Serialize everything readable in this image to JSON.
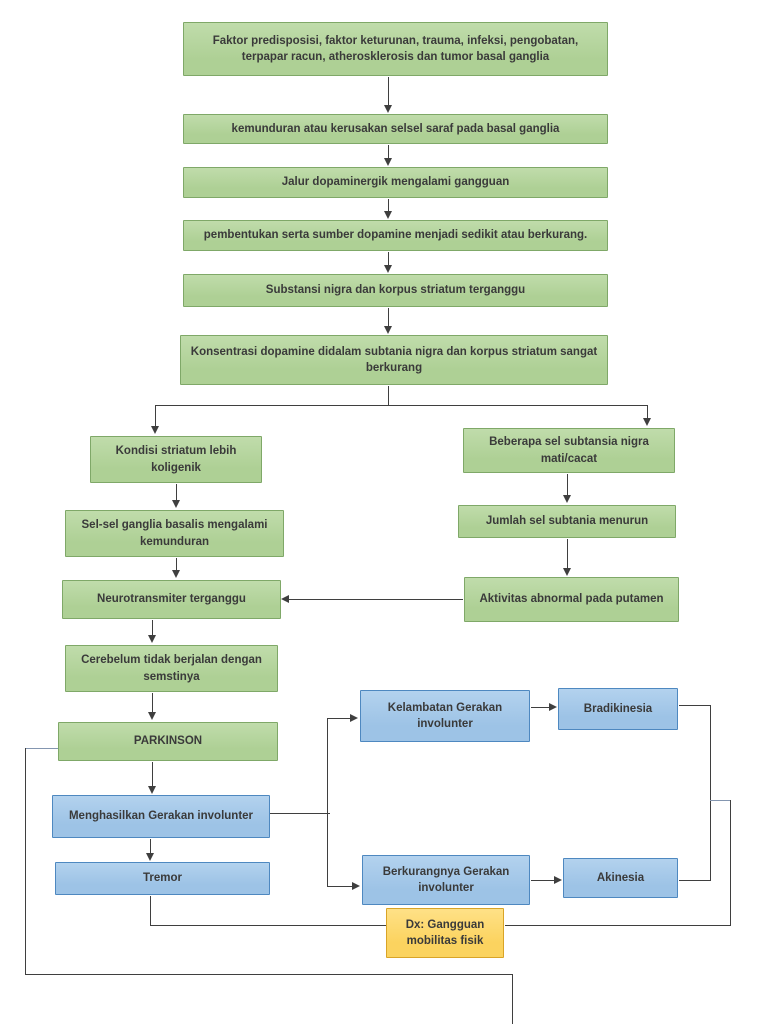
{
  "diagram": {
    "description": "Pathway flowchart (Indonesian) of Parkinson's disease pathophysiology ending in nursing diagnosis Dx: Gangguan mobilitas fisik",
    "nodes": {
      "n1": {
        "label": "Faktor predisposisi, faktor keturunan, trauma, infeksi, pengobatan, terpapar racun, atherosklerosis dan tumor basal ganglia"
      },
      "n2": {
        "label": "kemunduran atau kerusakan selsel saraf pada basal ganglia"
      },
      "n3": {
        "label": "Jalur dopaminergik mengalami gangguan"
      },
      "n4": {
        "label": "pembentukan serta sumber dopamine menjadi sedikit atau berkurang."
      },
      "n5": {
        "label": "Substansi nigra dan korpus striatum terganggu"
      },
      "n6": {
        "label": "Konsentrasi dopamine didalam subtania nigra dan korpus striatum sangat berkurang"
      },
      "n7": {
        "label": "Kondisi striatum lebih koligenik"
      },
      "n8": {
        "label": "Beberapa sel subtansia nigra mati/cacat"
      },
      "n9": {
        "label": "Sel-sel ganglia basalis mengalami kemunduran"
      },
      "n10": {
        "label": "Jumlah sel subtania menurun"
      },
      "n11": {
        "label": "Neurotransmiter terganggu"
      },
      "n12": {
        "label": "Aktivitas abnormal pada putamen"
      },
      "n13": {
        "label": "Cerebelum tidak berjalan dengan semstinya"
      },
      "n14": {
        "label": "PARKINSON"
      },
      "n15": {
        "label": "Menghasilkan Gerakan involunter"
      },
      "n16": {
        "label": "Tremor"
      },
      "n17": {
        "label": "Kelambatan Gerakan involunter"
      },
      "n18": {
        "label": "Bradikinesia"
      },
      "n19": {
        "label": "Berkurangnya Gerakan involunter"
      },
      "n20": {
        "label": "Akinesia"
      },
      "n21": {
        "label": "Dx: Gangguan mobilitas fisik"
      }
    },
    "edges": [
      [
        "n1",
        "n2"
      ],
      [
        "n2",
        "n3"
      ],
      [
        "n3",
        "n4"
      ],
      [
        "n4",
        "n5"
      ],
      [
        "n5",
        "n6"
      ],
      [
        "n6",
        "n7"
      ],
      [
        "n6",
        "n8"
      ],
      [
        "n7",
        "n9"
      ],
      [
        "n8",
        "n10"
      ],
      [
        "n9",
        "n11"
      ],
      [
        "n10",
        "n12"
      ],
      [
        "n12",
        "n11"
      ],
      [
        "n11",
        "n13"
      ],
      [
        "n13",
        "n14"
      ],
      [
        "n14",
        "n15"
      ],
      [
        "n15",
        "n16"
      ],
      [
        "n15",
        "n17"
      ],
      [
        "n15",
        "n19"
      ],
      [
        "n17",
        "n18"
      ],
      [
        "n19",
        "n20"
      ],
      [
        "n16",
        "n21"
      ],
      [
        "n18",
        "n21"
      ],
      [
        "n20",
        "n21"
      ]
    ],
    "colors": {
      "green_fill": "#aed095",
      "green_fill_light": "#c0dcab",
      "green_border": "#7fa868",
      "blue_fill": "#9dc3e6",
      "blue_fill_light": "#b3d2ee",
      "blue_border": "#4e88c0",
      "orange_fill": "#fbd35f",
      "orange_fill_light": "#ffe187",
      "orange_border": "#d9a427",
      "line": "#3f3f3f",
      "line_soft": "#8496b0"
    }
  }
}
